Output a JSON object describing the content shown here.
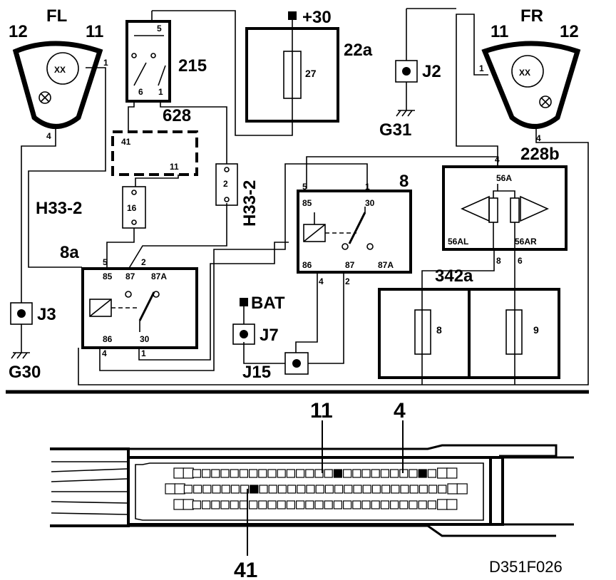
{
  "lamps": {
    "fl": {
      "label": "FL",
      "pin_left": "12",
      "pin_right": "11",
      "pin_side": "1",
      "pin_bottom": "4"
    },
    "fr": {
      "label": "FR",
      "pin_left": "11",
      "pin_right": "12",
      "pin_side": "1",
      "pin_bottom": "4"
    }
  },
  "switch_215": {
    "label": "215",
    "pin_top": "5",
    "pin_left": "6",
    "pin_right": "1"
  },
  "unit_628": {
    "label": "628",
    "pin_a": "41",
    "pin_b": "11"
  },
  "fuse_box_22a": {
    "label": "22a",
    "supply": "+30",
    "fuse": "27"
  },
  "ground_g31": {
    "connector": "J2",
    "ground": "G31"
  },
  "connectors": {
    "h33_left": {
      "label": "H33-2",
      "pin": "16"
    },
    "h33_right": {
      "label": "H33-2",
      "pin": "2"
    }
  },
  "relay_8": {
    "label": "8",
    "pin_top_left": "5",
    "pin_top_right": "1",
    "t85": "85",
    "t30": "30",
    "t86": "86",
    "t87": "87",
    "t87a": "87A",
    "pin_86_wire": "4",
    "pin_87_wire": "2"
  },
  "relay_8a": {
    "label": "8a",
    "pin_85_wire": "5",
    "pin_87_wire": "2",
    "t85": "85",
    "t87": "87",
    "t87a": "87A",
    "t86": "86",
    "t30": "30",
    "pin_86_wire": "4",
    "pin_30_wire": "1"
  },
  "unit_228b": {
    "label": "228b",
    "pin_in": "4",
    "t56a": "56A",
    "t56al": "56AL",
    "t56ar": "56AR",
    "pin_out_left": "8",
    "pin_out_right": "6"
  },
  "fuse_box_342a": {
    "label": "342a",
    "fuse_left": "8",
    "fuse_right": "9"
  },
  "ground_g30": {
    "connector": "J3",
    "ground": "G30"
  },
  "battery": {
    "label": "BAT",
    "connector_j7": "J7",
    "connector_j15": "J15"
  },
  "ecu_connector": {
    "pin_11": "11",
    "pin_4": "4",
    "pin_41": "41"
  },
  "figure_code": "D351F026"
}
